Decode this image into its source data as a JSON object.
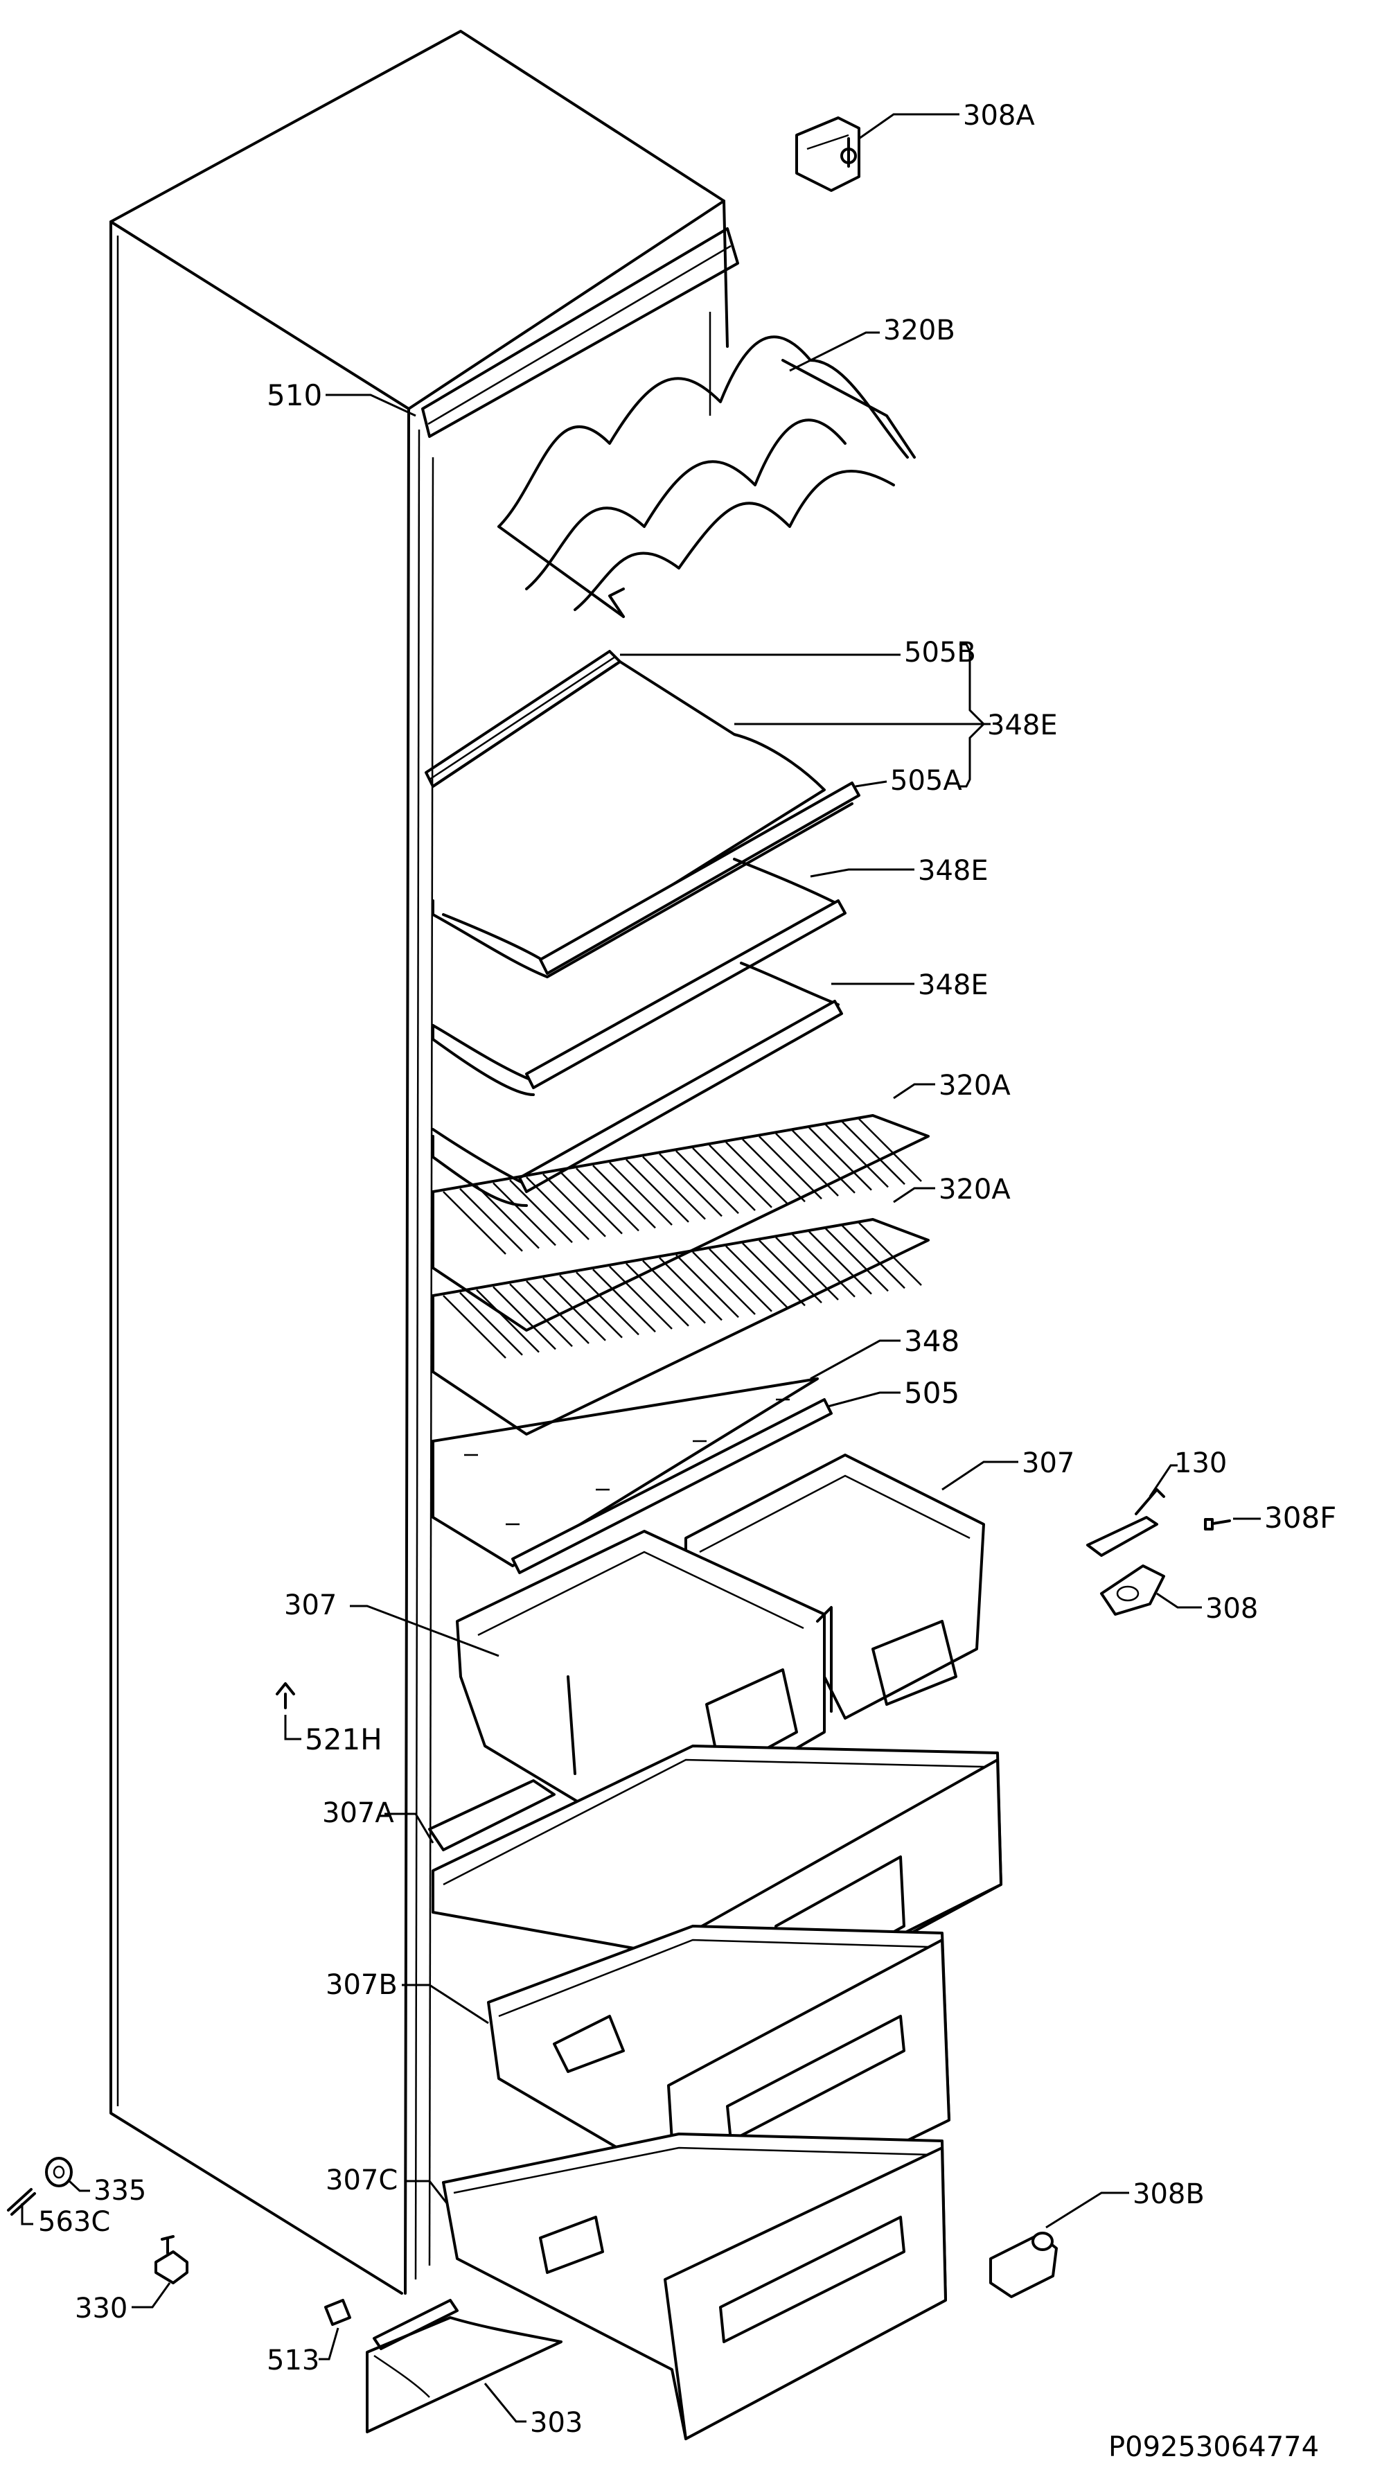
{
  "drawing_code": "P09253064774",
  "labels": {
    "l308A_top": "308A",
    "l510": "510",
    "l320B": "320B",
    "l505B": "505B",
    "l348E_group": "348E",
    "l505A": "505A",
    "l348E_1": "348E",
    "l348E_2": "348E",
    "l320A_1": "320A",
    "l320A_2": "320A",
    "l348": "348",
    "l505": "505",
    "l307_right": "307",
    "l130": "130",
    "l308F": "308F",
    "l308": "308",
    "l307_left": "307",
    "l521H": "521H",
    "l307A": "307A",
    "l307B": "307B",
    "l307C": "307C",
    "l335": "335",
    "l563C": "563C",
    "l330": "330",
    "l513": "513",
    "l303": "303",
    "l308B": "308B"
  }
}
